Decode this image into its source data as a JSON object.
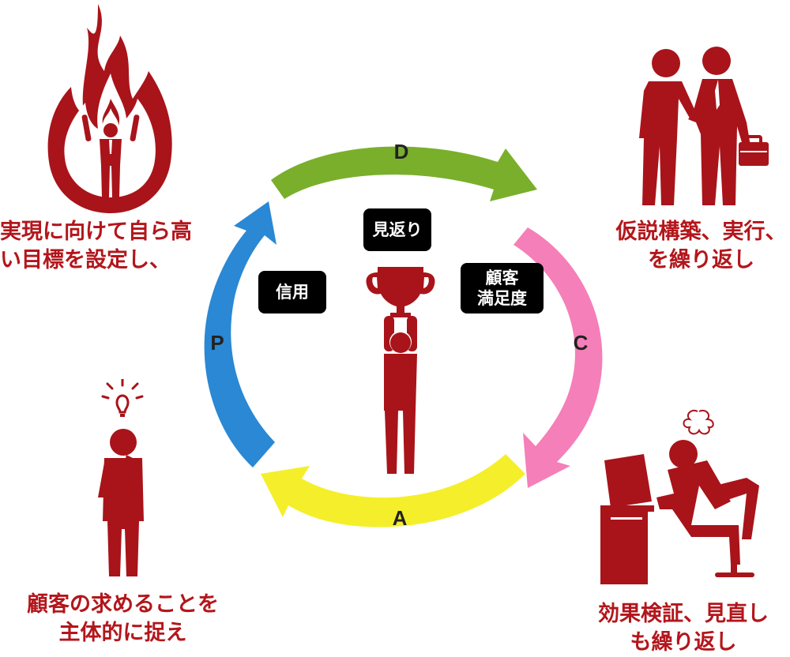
{
  "cycle": {
    "letters": {
      "plan": "P",
      "do": "D",
      "check": "C",
      "act": "A"
    },
    "colors": {
      "plan": "#2a88d4",
      "do": "#7aaf2c",
      "check": "#f57fb8",
      "act": "#f4ef2a"
    }
  },
  "center": {
    "tags": {
      "mikaeri": "見返り",
      "shinyo": "信用",
      "satisfaction_line1": "顧客",
      "satisfaction_line2": "満足度"
    },
    "figure": "trophy-winner-icon"
  },
  "corners": {
    "top_left": {
      "line1": "実現に向けて自ら高",
      "line2": "い目標を設定し、",
      "icon": "fire-person-icon"
    },
    "top_right": {
      "line1": "仮説構築、実行、",
      "line2": "を繰り返し",
      "icon": "handshake-icon"
    },
    "bottom_left": {
      "line1": "顧客の求めることを",
      "line2": "主体的に捉え",
      "icon": "idea-person-icon"
    },
    "bottom_right": {
      "line1": "効果検証、見直し",
      "line2": "も繰り返し",
      "icon": "desk-worker-icon"
    }
  },
  "colors": {
    "accent": "#a8141a",
    "tag_bg": "#000000"
  }
}
